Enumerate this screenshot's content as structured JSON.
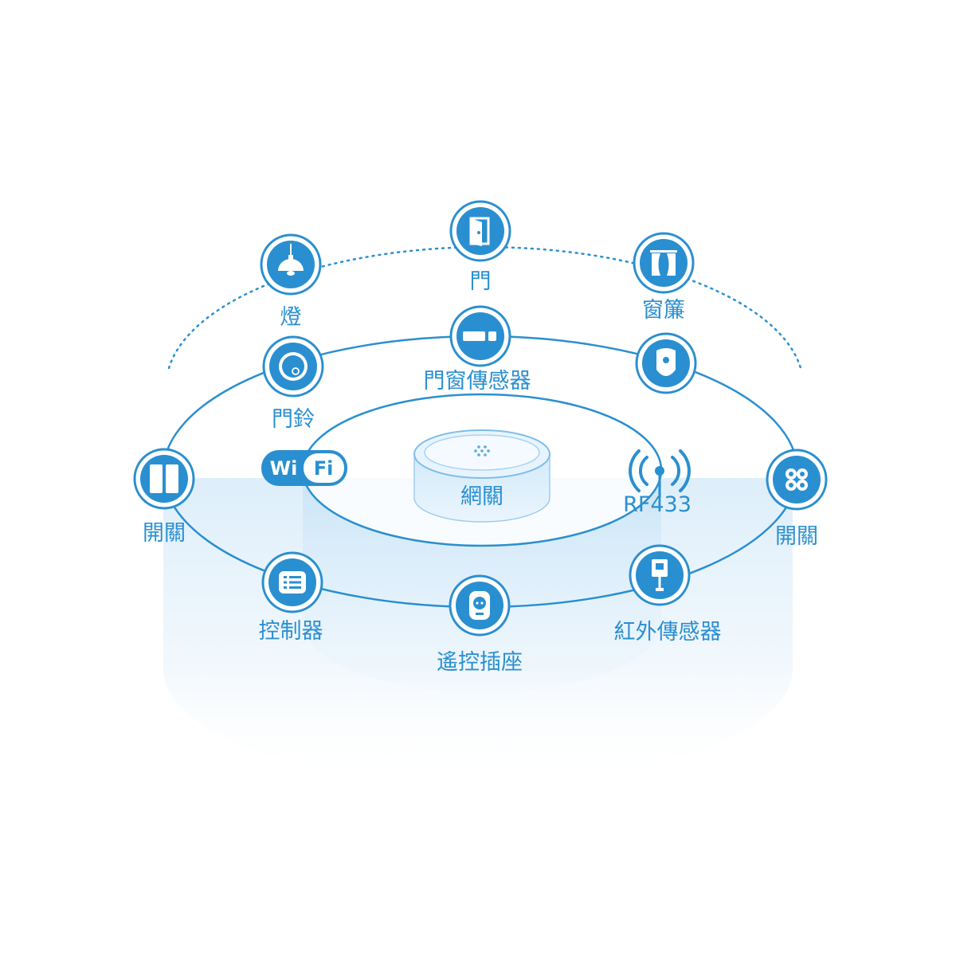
{
  "colors": {
    "accent": "#2a8fd0",
    "fill_light": "#d7ecfa",
    "background": "#ffffff"
  },
  "hub": {
    "label": "網關",
    "icon": "gateway-hub-icon"
  },
  "protocols": {
    "wifi_left": "Wi",
    "wifi_right": "Fi",
    "rf": "RF433"
  },
  "outer_devices": [
    {
      "label": "燈",
      "icon": "pendant-lamp-icon"
    },
    {
      "label": "門",
      "icon": "door-icon"
    },
    {
      "label": "窗簾",
      "icon": "curtain-icon"
    }
  ],
  "middle_devices": [
    {
      "label": "門窗傳感器",
      "icon": "door-window-sensor-icon"
    },
    {
      "label": "門鈴",
      "icon": "doorbell-icon"
    },
    {
      "label": "",
      "icon": "key-fob-icon"
    },
    {
      "label": "開關",
      "icon": "wall-switch-icon"
    },
    {
      "label": "開關",
      "icon": "four-button-switch-icon"
    },
    {
      "label": "控制器",
      "icon": "controller-icon"
    },
    {
      "label": "遙控插座",
      "icon": "remote-socket-icon"
    },
    {
      "label": "紅外傳感器",
      "icon": "infrared-sensor-icon"
    }
  ]
}
